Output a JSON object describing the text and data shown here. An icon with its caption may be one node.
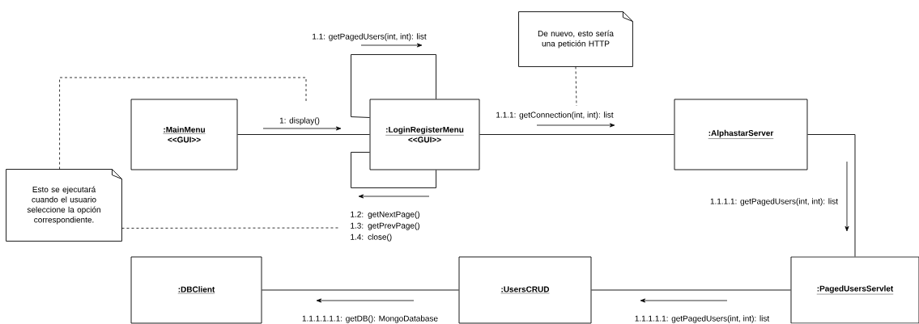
{
  "diagram": {
    "nodes": [
      {
        "text": [
          ":MainMenu",
          "<<GUI>>"
        ]
      },
      {
        "text": [
          ":LoginRegisterMenu",
          "<<GUI>>"
        ]
      },
      {
        "text": [
          ":AlphastarServer"
        ]
      },
      {
        "text": [
          ":PagedUsersServlet"
        ]
      },
      {
        "text": [
          ":UsersCRUD"
        ]
      },
      {
        "text": [
          ":DBClient"
        ]
      },
      {
        "text": [
          "Esto se ejecutará cuando el usuario seleccione la opción correspondiente."
        ]
      },
      {
        "text": [
          "De nuevo, esto sería una petición HTTP"
        ]
      }
    ],
    "edges": [
      {
        "from": 0,
        "to": 1,
        "arrow": "none",
        "label": "1: display()"
      },
      {
        "from": 1,
        "to": 1,
        "arrow": "none",
        "label": "1.1: getPagedUsers(int, int): list"
      },
      {
        "from": 1,
        "to": 1,
        "arrow": "none",
        "label": "1.2: getNextPage() 1.3: getPrevPage() 1.4: close()"
      },
      {
        "from": 1,
        "to": 2,
        "arrow": "none",
        "label": "1.1.1: getConnection(int, int): list"
      },
      {
        "from": 2,
        "to": 3,
        "arrow": "none",
        "label": "1.1.1.1: getPagedUsers(int, int): list"
      },
      {
        "from": 3,
        "to": 4,
        "arrow": "none",
        "label": "1.1.1.1.1: getPagedUsers(int, int): list"
      },
      {
        "from": 4,
        "to": 5,
        "arrow": "none",
        "label": "1.1.1.1.1.1: getDB(): MongoDatabase"
      },
      {
        "from": 6,
        "to": null,
        "arrow": "none",
        "style": "dashed"
      },
      {
        "from": 6,
        "to": null,
        "arrow": "none",
        "style": "dashed"
      },
      {
        "from": 7,
        "to": null,
        "arrow": "none",
        "style": "dashed"
      }
    ]
  }
}
